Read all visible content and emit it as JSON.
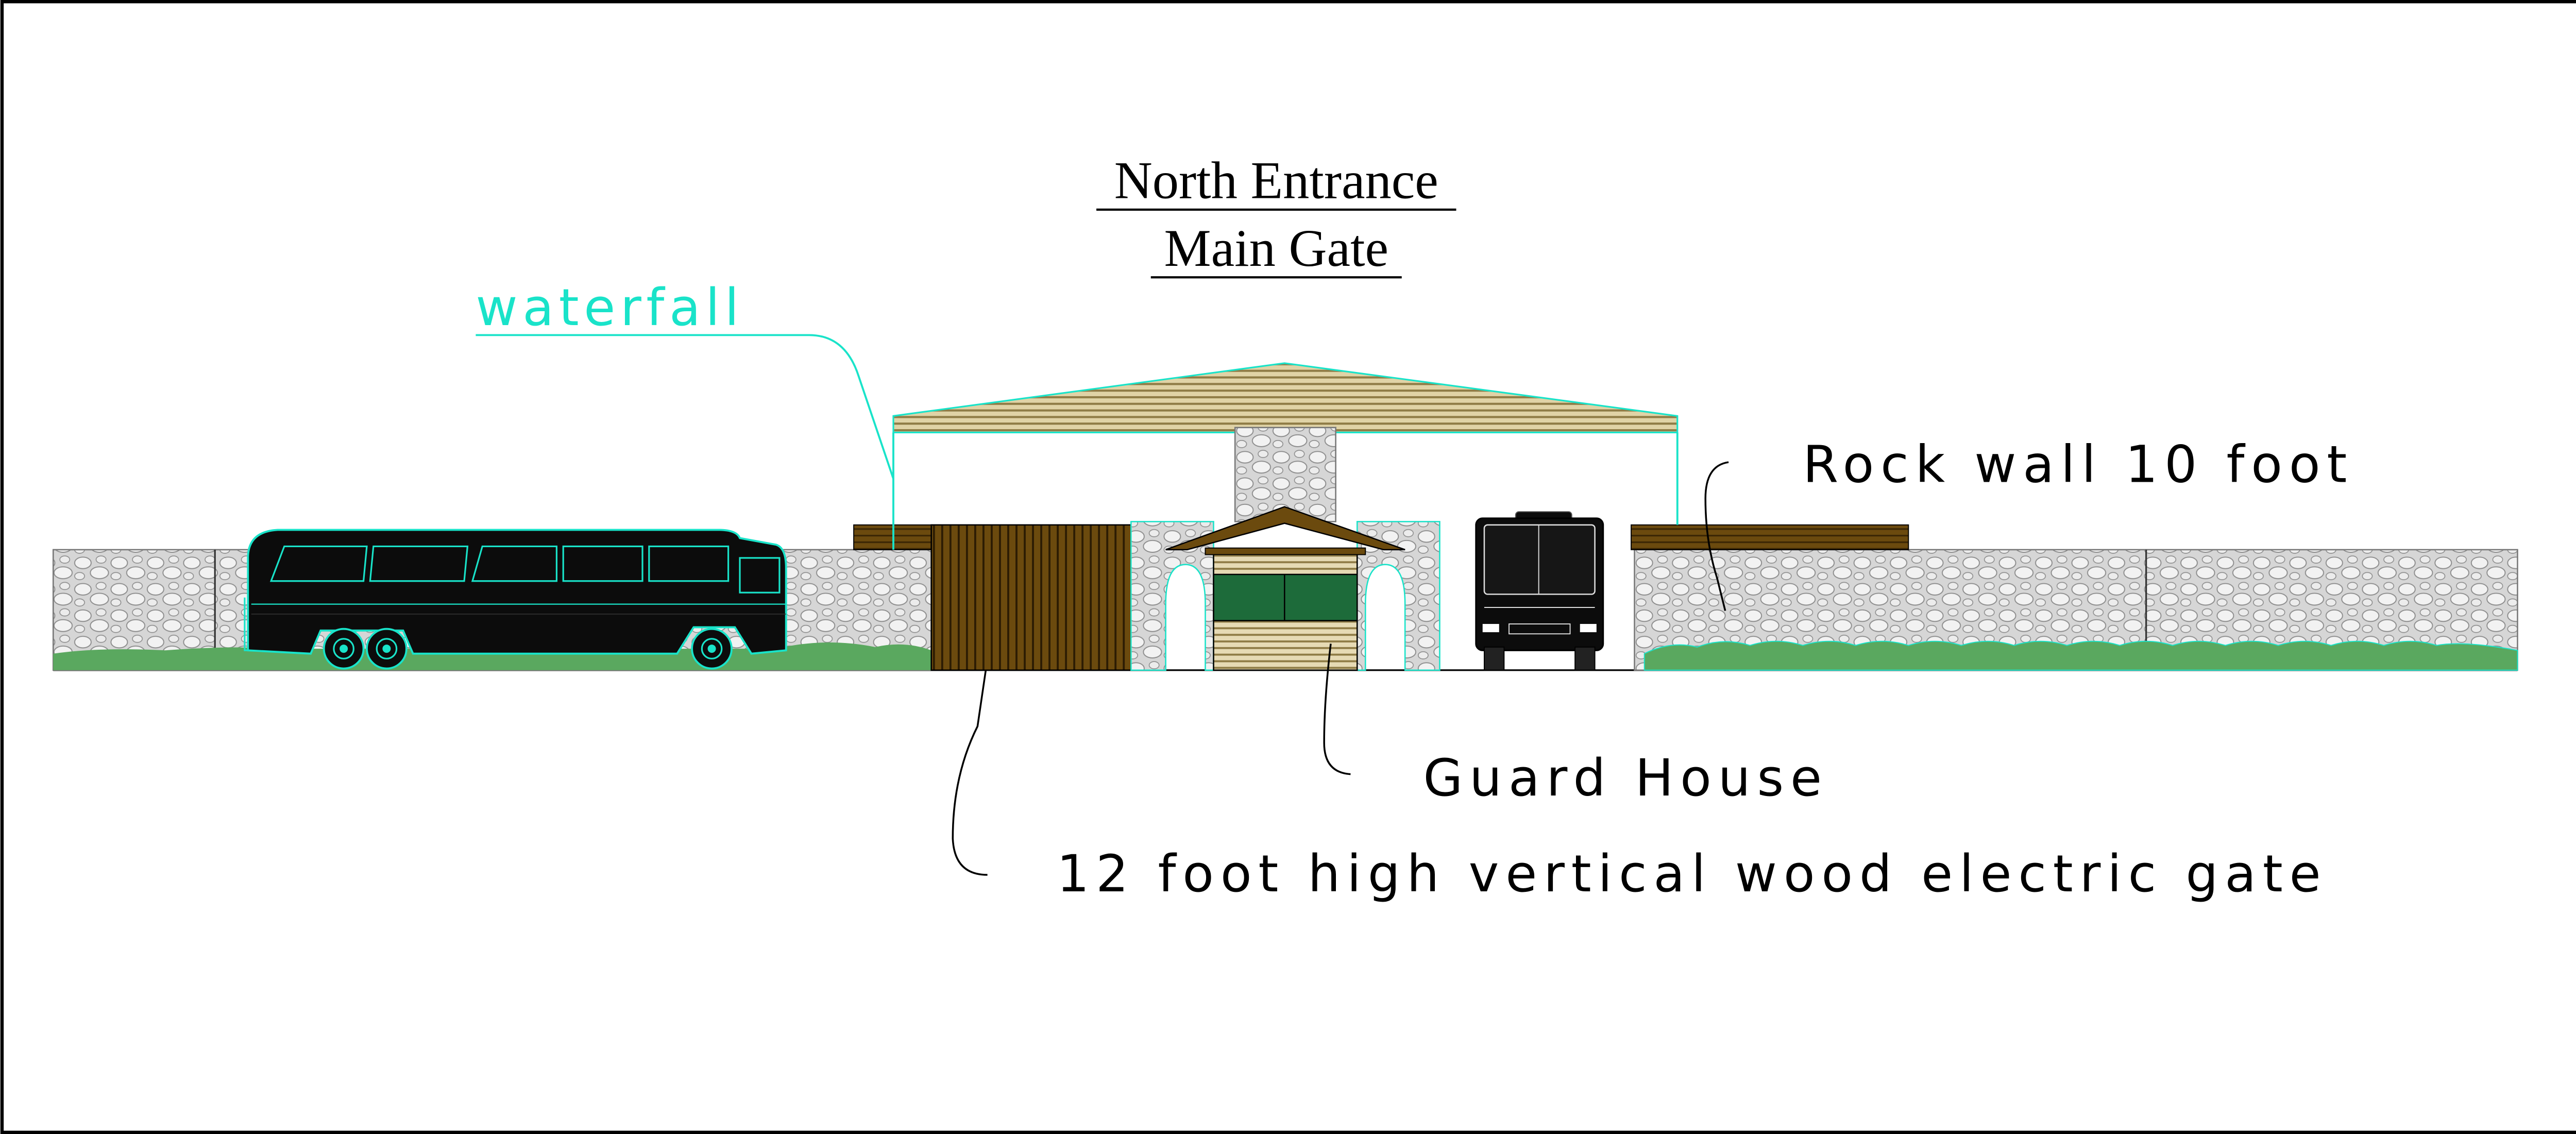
{
  "title": {
    "line1": "North Entrance",
    "line2": "Main Gate"
  },
  "labels": {
    "waterfall": "waterfall",
    "rock_wall": "Rock wall 10 foot",
    "guard_house": "Guard House",
    "gate": "12 foot high vertical wood electric gate"
  },
  "colors": {
    "outline": "#000000",
    "accent_cyan": "#19e3c9",
    "grass": "#5aa85f",
    "wood_dark": "#6b4a0e",
    "wood_light": "#c8b886",
    "stone": "#cfcfcf",
    "glass_green": "#1d6b3a",
    "vehicle": "#0c0c0c"
  }
}
